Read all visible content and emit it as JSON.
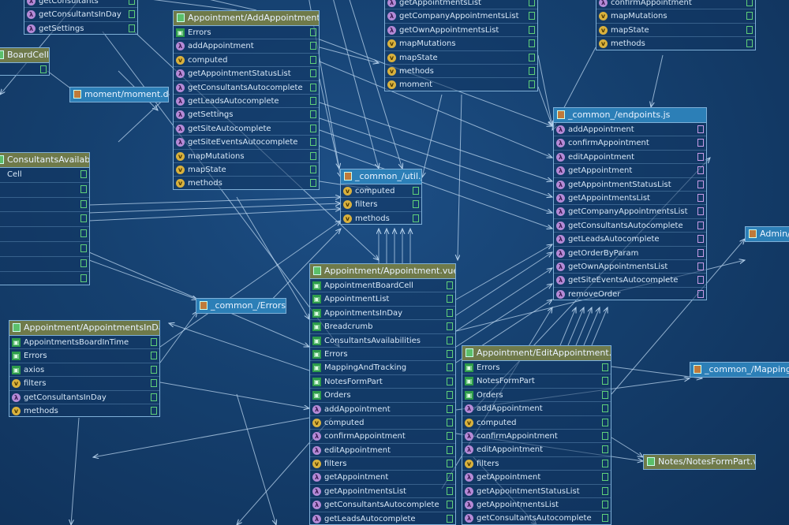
{
  "colors": {
    "background": "#15406f",
    "edge": "#b9d4ee",
    "vue_header": "#6f7a4a",
    "js_header": "#2c7fb7"
  },
  "nodes": {
    "top_left_partial": {
      "title": "",
      "rows": [
        {
          "label": "getConsultants",
          "icon": "method-icon"
        },
        {
          "label": "getConsultantsInDay",
          "icon": "method-icon"
        },
        {
          "label": "getSettings",
          "icon": "method-icon"
        }
      ]
    },
    "board_cell": {
      "title": "BoardCell.vue",
      "rows": [
        {
          "label": "",
          "icon": ""
        }
      ]
    },
    "add_appointment": {
      "title": "Appointment/AddAppointment.vue",
      "rows": [
        {
          "label": "Errors",
          "icon": "component-icon"
        },
        {
          "label": "addAppointment",
          "icon": "method-icon"
        },
        {
          "label": "computed",
          "icon": "value-icon"
        },
        {
          "label": "getAppointmentStatusList",
          "icon": "method-icon"
        },
        {
          "label": "getConsultantsAutocomplete",
          "icon": "method-icon"
        },
        {
          "label": "getLeadsAutocomplete",
          "icon": "method-icon"
        },
        {
          "label": "getSettings",
          "icon": "method-icon"
        },
        {
          "label": "getSiteAutocomplete",
          "icon": "method-icon"
        },
        {
          "label": "getSiteEventsAutocomplete",
          "icon": "method-icon"
        },
        {
          "label": "mapMutations",
          "icon": "value-icon"
        },
        {
          "label": "mapState",
          "icon": "value-icon"
        },
        {
          "label": "methods",
          "icon": "value-icon"
        }
      ]
    },
    "appointments_top": {
      "title": "",
      "rows": [
        {
          "label": "getAppointmentsList",
          "icon": "method-icon"
        },
        {
          "label": "getCompanyAppointmentsList",
          "icon": "method-icon"
        },
        {
          "label": "getOwnAppointmentsList",
          "icon": "method-icon"
        },
        {
          "label": "mapMutations",
          "icon": "value-icon"
        },
        {
          "label": "mapState",
          "icon": "value-icon"
        },
        {
          "label": "methods",
          "icon": "value-icon"
        },
        {
          "label": "moment",
          "icon": "value-icon"
        }
      ]
    },
    "confirm_top": {
      "title": "",
      "rows": [
        {
          "label": "confirmAppointment",
          "icon": "method-icon"
        },
        {
          "label": "mapMutations",
          "icon": "value-icon"
        },
        {
          "label": "mapState",
          "icon": "value-icon"
        },
        {
          "label": "methods",
          "icon": "value-icon"
        }
      ]
    },
    "moment": {
      "title": "moment/moment.d.ts",
      "rows": []
    },
    "util": {
      "title": "_common_/util.js",
      "rows": [
        {
          "label": "computed",
          "icon": "value-icon"
        },
        {
          "label": "filters",
          "icon": "value-icon"
        },
        {
          "label": "methods",
          "icon": "value-icon"
        }
      ]
    },
    "endpoints": {
      "title": "_common_/endpoints.js",
      "rows": [
        {
          "label": "addAppointment",
          "icon": "method-icon"
        },
        {
          "label": "confirmAppointment",
          "icon": "method-icon"
        },
        {
          "label": "editAppointment",
          "icon": "method-icon"
        },
        {
          "label": "getAppointment",
          "icon": "method-icon"
        },
        {
          "label": "getAppointmentStatusList",
          "icon": "method-icon"
        },
        {
          "label": "getAppointmentsList",
          "icon": "method-icon"
        },
        {
          "label": "getCompanyAppointmentsList",
          "icon": "method-icon"
        },
        {
          "label": "getConsultantsAutocomplete",
          "icon": "method-icon"
        },
        {
          "label": "getLeadsAutocomplete",
          "icon": "method-icon"
        },
        {
          "label": "getOrderByParam",
          "icon": "method-icon"
        },
        {
          "label": "getOwnAppointmentsList",
          "icon": "method-icon"
        },
        {
          "label": "getSiteEventsAutocomplete",
          "icon": "method-icon"
        },
        {
          "label": "removeOrder",
          "icon": "method-icon"
        }
      ]
    },
    "admin": {
      "title": "Admin/",
      "rows": []
    },
    "consultants_avail": {
      "title": "ConsultantsAvailabilities.vue",
      "rows": [
        {
          "label": "Cell",
          "icon": ""
        },
        {
          "label": "",
          "icon": ""
        },
        {
          "label": "",
          "icon": ""
        },
        {
          "label": "",
          "icon": ""
        },
        {
          "label": "",
          "icon": ""
        },
        {
          "label": "",
          "icon": ""
        },
        {
          "label": "",
          "icon": ""
        },
        {
          "label": "",
          "icon": ""
        }
      ]
    },
    "errors": {
      "title": "_common_/Errors.js",
      "rows": []
    },
    "appointments_in_day": {
      "title": "Appointment/AppointmentsInDay.vue",
      "rows": [
        {
          "label": "AppointmentsBoardInTime",
          "icon": "component-icon"
        },
        {
          "label": "Errors",
          "icon": "component-icon"
        },
        {
          "label": "axios",
          "icon": "component-icon"
        },
        {
          "label": "filters",
          "icon": "value-icon"
        },
        {
          "label": "getConsultantsInDay",
          "icon": "method-icon"
        },
        {
          "label": "methods",
          "icon": "value-icon"
        }
      ]
    },
    "appointment": {
      "title": "Appointment/Appointment.vue",
      "rows": [
        {
          "label": "AppointmentBoardCell",
          "icon": "component-icon"
        },
        {
          "label": "AppointmentList",
          "icon": "component-icon"
        },
        {
          "label": "AppointmentsInDay",
          "icon": "component-icon"
        },
        {
          "label": "Breadcrumb",
          "icon": "component-icon"
        },
        {
          "label": "ConsultantsAvailabilities",
          "icon": "component-icon"
        },
        {
          "label": "Errors",
          "icon": "component-icon"
        },
        {
          "label": "MappingAndTracking",
          "icon": "component-icon"
        },
        {
          "label": "NotesFormPart",
          "icon": "component-icon"
        },
        {
          "label": "Orders",
          "icon": "component-icon"
        },
        {
          "label": "addAppointment",
          "icon": "method-icon"
        },
        {
          "label": "computed",
          "icon": "value-icon"
        },
        {
          "label": "confirmAppointment",
          "icon": "method-icon"
        },
        {
          "label": "editAppointment",
          "icon": "method-icon"
        },
        {
          "label": "filters",
          "icon": "value-icon"
        },
        {
          "label": "getAppointment",
          "icon": "method-icon"
        },
        {
          "label": "getAppointmentsList",
          "icon": "method-icon"
        },
        {
          "label": "getConsultantsAutocomplete",
          "icon": "method-icon"
        },
        {
          "label": "getLeadsAutocomplete",
          "icon": "method-icon"
        }
      ]
    },
    "edit_appointment": {
      "title": "Appointment/EditAppointment.vue",
      "rows": [
        {
          "label": "Errors",
          "icon": "component-icon"
        },
        {
          "label": "NotesFormPart",
          "icon": "component-icon"
        },
        {
          "label": "Orders",
          "icon": "component-icon"
        },
        {
          "label": "addAppointment",
          "icon": "method-icon"
        },
        {
          "label": "computed",
          "icon": "value-icon"
        },
        {
          "label": "confirmAppointment",
          "icon": "method-icon"
        },
        {
          "label": "editAppointment",
          "icon": "method-icon"
        },
        {
          "label": "filters",
          "icon": "value-icon"
        },
        {
          "label": "getAppointment",
          "icon": "method-icon"
        },
        {
          "label": "getAppointmentStatusList",
          "icon": "method-icon"
        },
        {
          "label": "getAppointmentsList",
          "icon": "method-icon"
        },
        {
          "label": "getConsultantsAutocomplete",
          "icon": "method-icon"
        }
      ]
    },
    "mapping": {
      "title": "_common_/MappingAnd",
      "rows": []
    },
    "notes": {
      "title": "Notes/NotesFormPart.vue",
      "rows": []
    }
  }
}
